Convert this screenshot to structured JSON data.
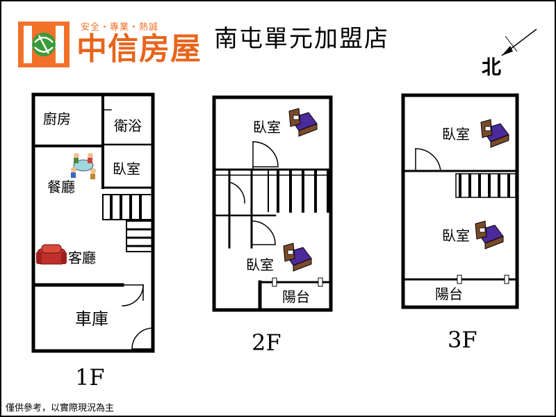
{
  "header": {
    "slogan": "安全・專業・熱誠",
    "brand": "中信房屋",
    "store": "南屯單元加盟店",
    "north": "北"
  },
  "floors": [
    {
      "name": "1F",
      "rooms": [
        "廚房",
        "衛浴",
        "臥室",
        "餐廳",
        "客廳",
        "車庫"
      ]
    },
    {
      "name": "2F",
      "rooms": [
        "臥室",
        "臥室",
        "陽台"
      ]
    },
    {
      "name": "3F",
      "rooms": [
        "臥室",
        "臥室",
        "陽台"
      ]
    }
  ],
  "footer": {
    "disclaimer": "僅供參考，以實際現況為主"
  },
  "colors": {
    "brand_orange": "#f2712a",
    "brand_green": "#3a9a3a",
    "bed_purple": "#4b2a9a",
    "sofa_red": "#c0302a"
  }
}
